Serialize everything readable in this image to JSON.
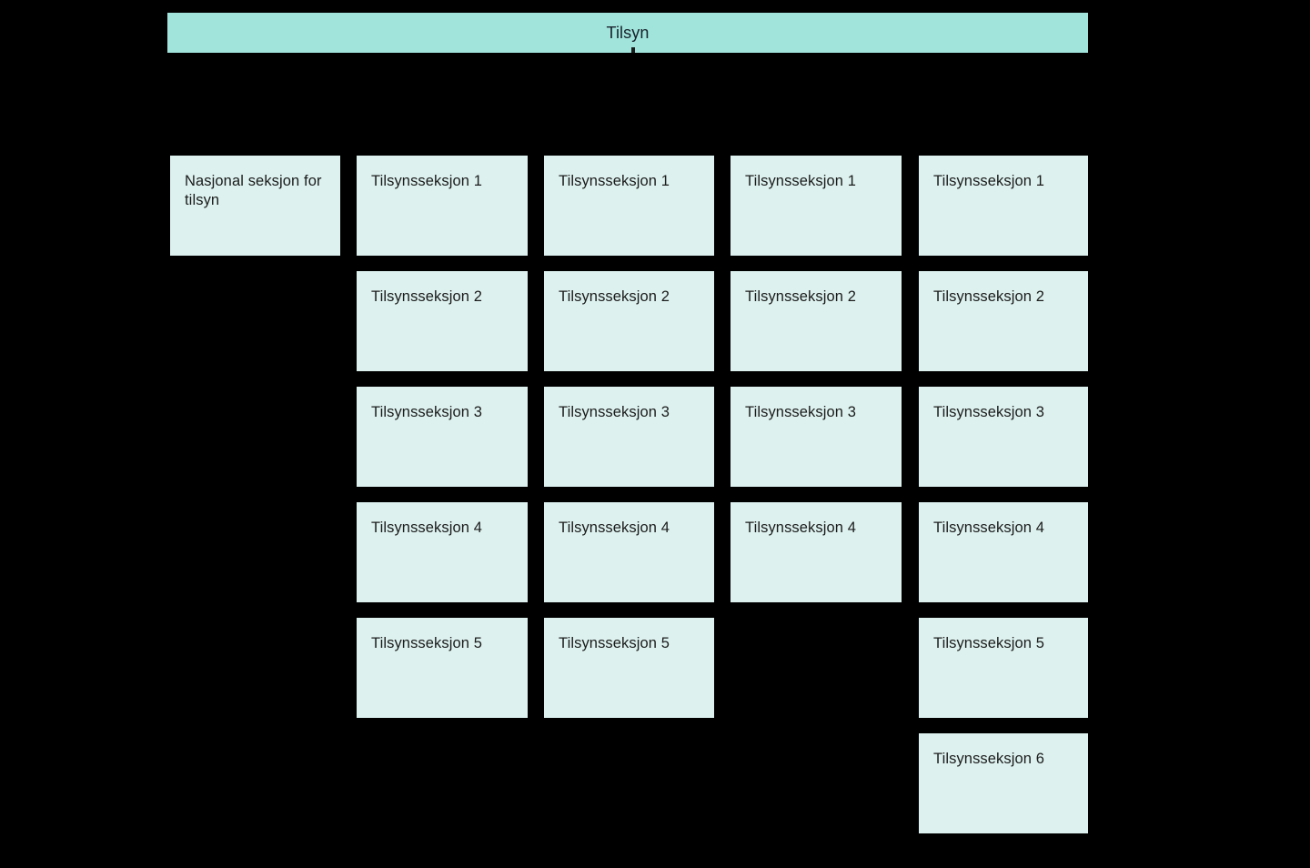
{
  "diagram": {
    "title": "Tilsyn",
    "background_color": "#000000",
    "root": {
      "label": "Tilsyn",
      "fill_color": "#a1e4dc",
      "text_color": "#17212b"
    },
    "node_fill_color": "#ddf2ef",
    "node_text_color": "#1b1b1b",
    "columns": [
      {
        "name": "column-1",
        "nodes": [
          {
            "label": "Nasjonal seksjon for tilsyn"
          }
        ]
      },
      {
        "name": "column-2",
        "nodes": [
          {
            "label": "Tilsynsseksjon 1"
          },
          {
            "label": "Tilsynsseksjon 2"
          },
          {
            "label": "Tilsynsseksjon 3"
          },
          {
            "label": "Tilsynsseksjon 4"
          },
          {
            "label": "Tilsynsseksjon 5"
          }
        ]
      },
      {
        "name": "column-3",
        "nodes": [
          {
            "label": "Tilsynsseksjon 1"
          },
          {
            "label": "Tilsynsseksjon 2"
          },
          {
            "label": "Tilsynsseksjon 3"
          },
          {
            "label": "Tilsynsseksjon 4"
          },
          {
            "label": "Tilsynsseksjon 5"
          }
        ]
      },
      {
        "name": "column-4",
        "nodes": [
          {
            "label": "Tilsynsseksjon 1"
          },
          {
            "label": "Tilsynsseksjon 2"
          },
          {
            "label": "Tilsynsseksjon 3"
          },
          {
            "label": "Tilsynsseksjon 4"
          }
        ]
      },
      {
        "name": "column-5",
        "nodes": [
          {
            "label": "Tilsynsseksjon 1"
          },
          {
            "label": "Tilsynsseksjon 2"
          },
          {
            "label": "Tilsynsseksjon 3"
          },
          {
            "label": "Tilsynsseksjon 4"
          },
          {
            "label": "Tilsynsseksjon 5"
          },
          {
            "label": "Tilsynsseksjon 6"
          }
        ]
      }
    ]
  }
}
